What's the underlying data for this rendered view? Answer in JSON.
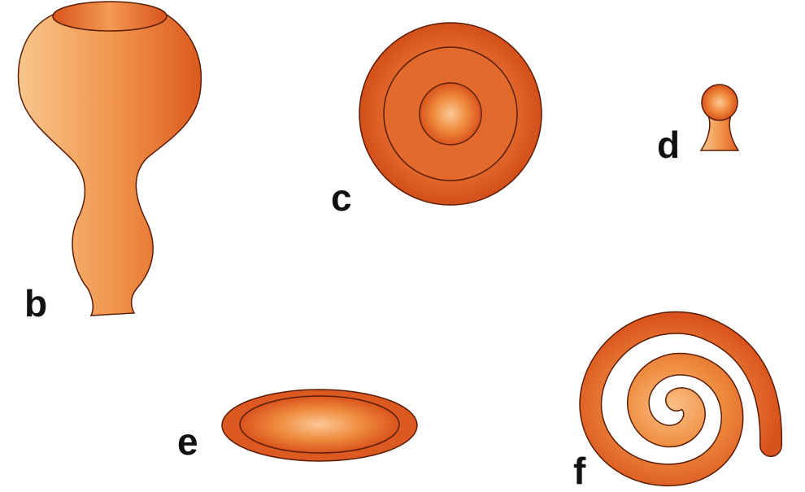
{
  "labels": {
    "b": "b",
    "c": "c",
    "d": "d",
    "e": "e",
    "f": "f"
  },
  "colors": {
    "shape_dark": "#d9531d",
    "shape_mid": "#ee8a3c",
    "shape_light": "#fac08a",
    "outline": "#5a1d08",
    "label": "#111111"
  }
}
